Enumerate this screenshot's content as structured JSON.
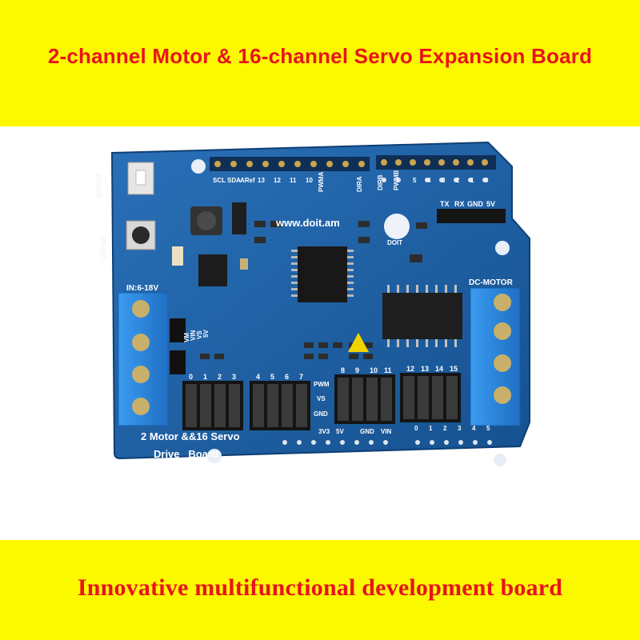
{
  "header": {
    "title": "2-channel Motor & 16-channel Servo Expansion Board"
  },
  "footer": {
    "tagline": "Innovative multifunctional development board"
  },
  "board": {
    "website": "www.doit.am",
    "logo_text": "DOIT",
    "power_label": "POWER",
    "reset_label": "RESET",
    "input_label": "IN:6-18V",
    "dc_motor_label": "DC-MOTOR",
    "serial_labels": [
      "TX",
      "RX",
      "GND",
      "5V"
    ],
    "top_pin_labels": [
      "SCL",
      "SDA",
      "ARef",
      "13",
      "12",
      "11",
      "10",
      "PWMA",
      "DIRA",
      "DIRB",
      "PWMB",
      "5",
      "4",
      "3",
      "2",
      "1",
      "0"
    ],
    "jumper_labels": [
      "VM",
      "VIN",
      "VS",
      "5V"
    ],
    "servo_channels": [
      "0",
      "1",
      "2",
      "3",
      "4",
      "5",
      "6",
      "7",
      "8",
      "9",
      "10",
      "11",
      "12",
      "13",
      "14",
      "15"
    ],
    "servo_row_labels": [
      "PWM",
      "VS",
      "GND"
    ],
    "power_pin_labels": [
      "3V3",
      "5V",
      "GND",
      "VIN"
    ],
    "analog_labels": [
      "0",
      "1",
      "2",
      "3",
      "4",
      "5"
    ],
    "silk_line1": "2 Motor &&16 Servo",
    "silk_line2": "Drive   Board",
    "colors": {
      "banner": "#fcf800",
      "banner_text": "#e8141b",
      "pcb": "#1a5fa8",
      "terminal": "#2f8be0"
    }
  }
}
